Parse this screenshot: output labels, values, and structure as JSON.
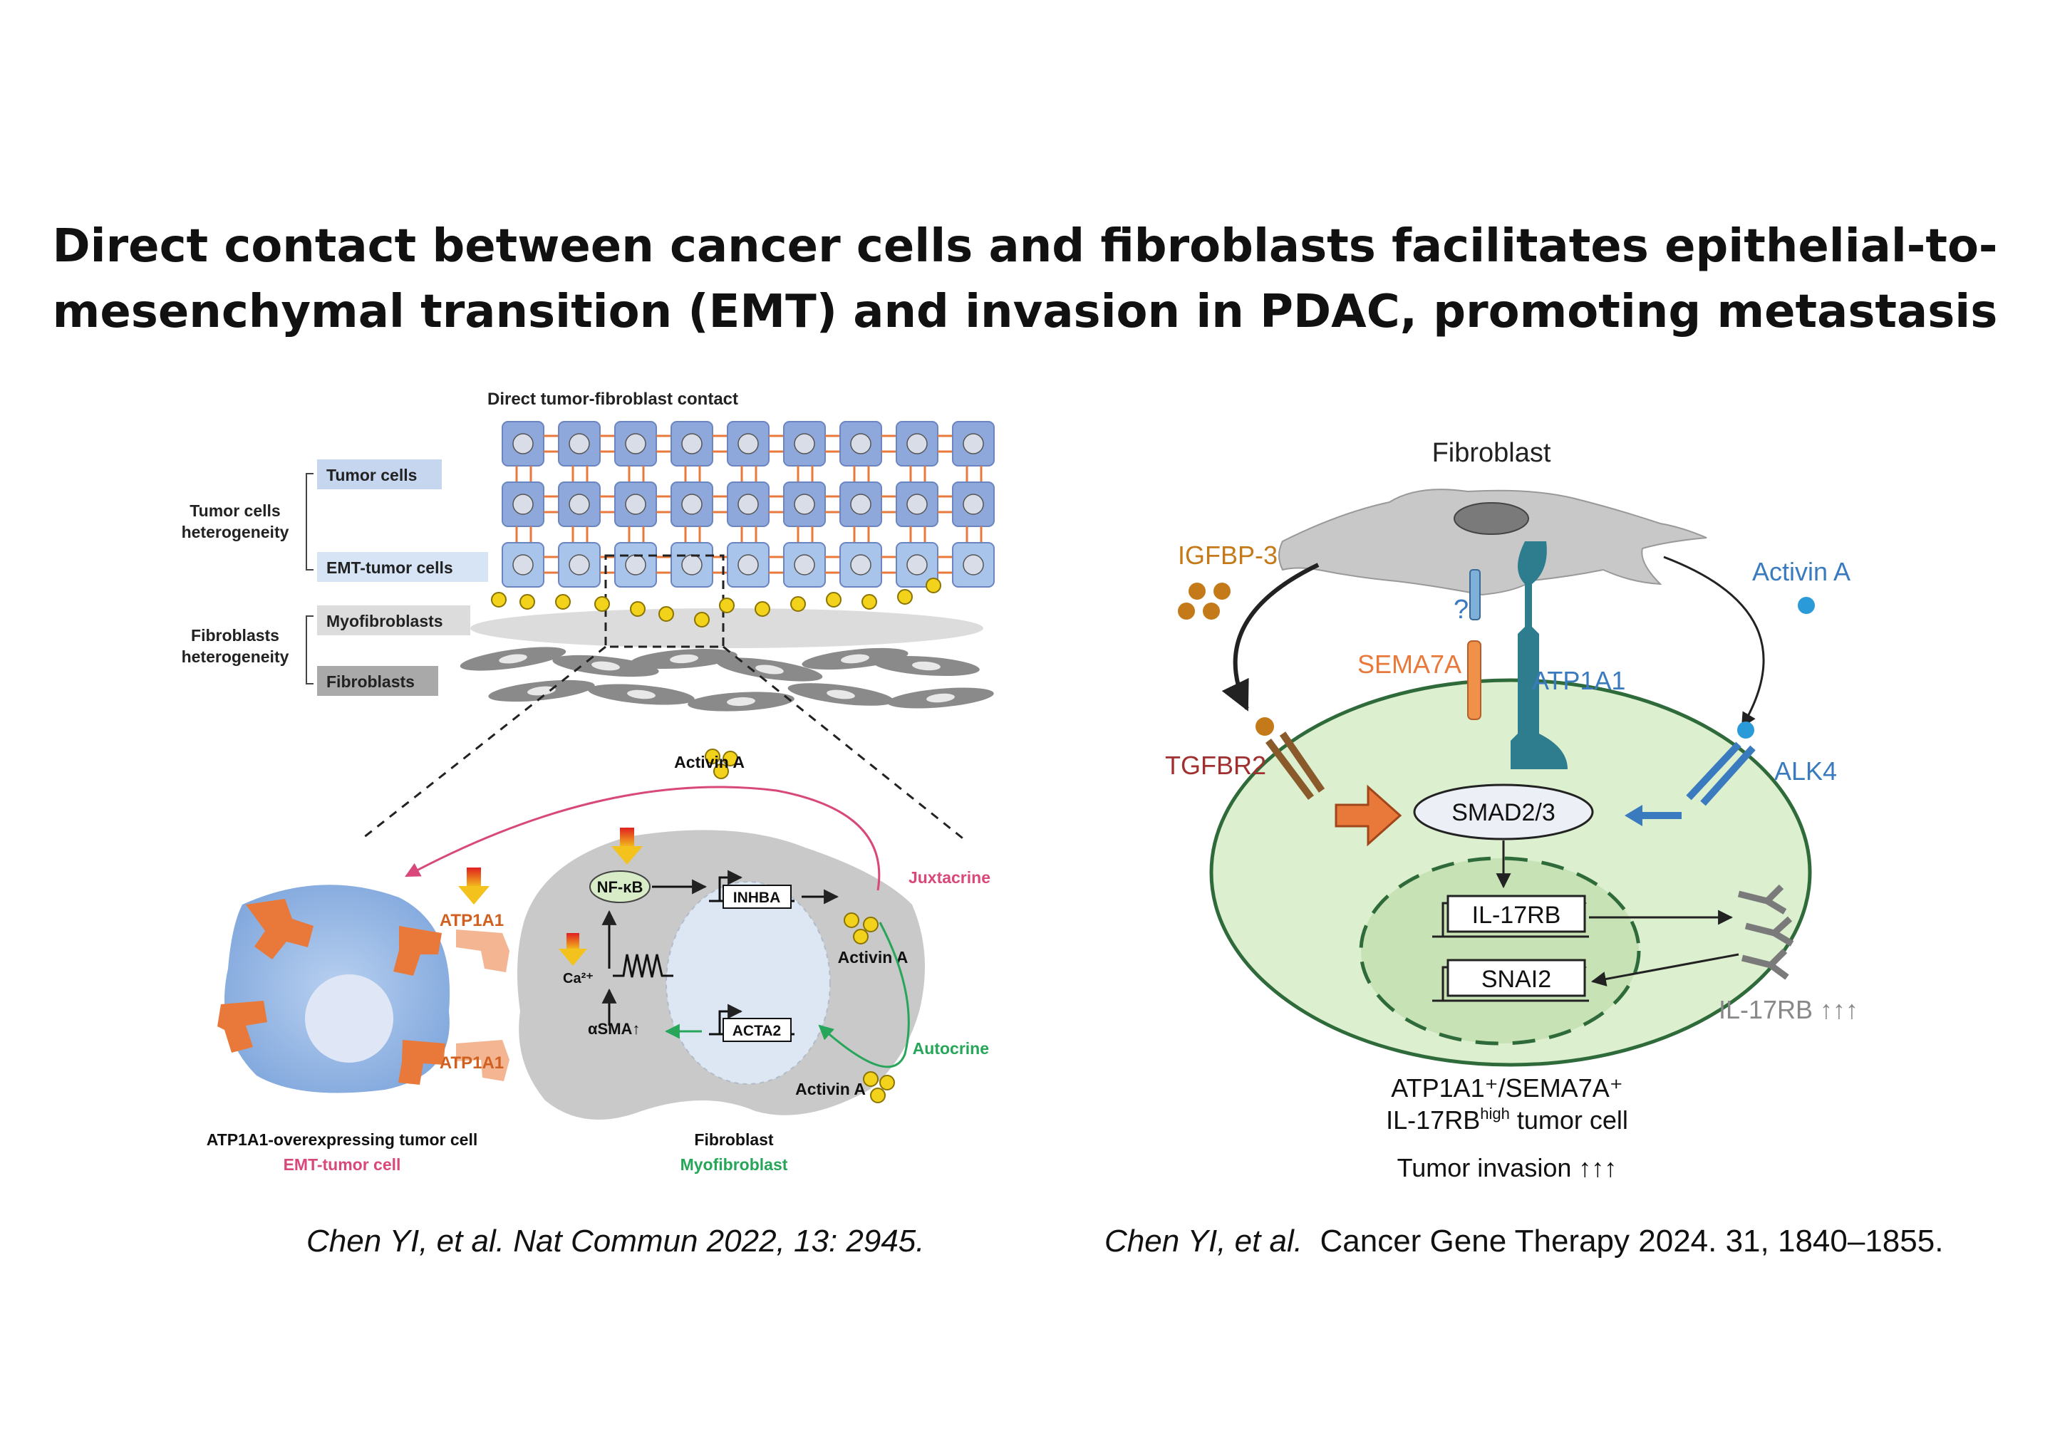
{
  "title": {
    "line1": "Direct contact between cancer cells and fibroblasts facilitates epithelial-to-",
    "line2": "mesenchymal transition (EMT) and invasion in PDAC, promoting metastasis"
  },
  "left_panel": {
    "header": "Direct tumor-fibroblast contact",
    "group_tumor": "Tumor cells heterogeneity",
    "group_tumor_l1": "Tumor cells",
    "group_tumor_l2": "heterogeneity",
    "group_fib_l1": "Fibroblasts",
    "group_fib_l2": "heterogeneity",
    "legend": {
      "tumor_cells": "Tumor cells",
      "emt_tumor_cells": "EMT-tumor cells",
      "myofibroblasts": "Myofibroblasts",
      "fibroblasts": "Fibroblasts"
    },
    "activin_top": "Activin A",
    "juxtacrine": "Juxtacrine",
    "autocrine": "Autocrine",
    "atp1a1_top": "ATP1A1",
    "atp1a1_bottom": "ATP1A1",
    "nfkb": "NF-κB",
    "ca": "Ca²⁺",
    "asma": "αSMA↑",
    "inhba": "INHBA",
    "acta2": "ACTA2",
    "activin_mid": "Activin A",
    "activin_bottom": "Activin A",
    "tumor_label": "ATP1A1-overexpressing tumor cell",
    "tumor_sublabel": "EMT-tumor cell",
    "fib_label": "Fibroblast",
    "fib_sublabel": "Myofibroblast"
  },
  "right_panel": {
    "fibroblast": "Fibroblast",
    "igfbp3": "IGFBP-3",
    "activin": "Activin A",
    "question": "?",
    "sema7a": "SEMA7A",
    "atp1a1": "ATP1A1",
    "tgfbr2": "TGFBR2",
    "alk4": "ALK4",
    "smad": "SMAD2/3",
    "il17rb_gene": "IL-17RB",
    "snai2_gene": "SNAI2",
    "il17rb_receptor": "IL-17RB ↑↑↑",
    "tumor_line1": "ATP1A1⁺/SEMA7A⁺",
    "tumor_line2_a": "IL-17RB",
    "tumor_line2_sup": "high",
    "tumor_line2_b": " tumor cell",
    "invasion": "Tumor invasion ↑↑↑"
  },
  "citations": {
    "left": "Chen YI, et al. Nat Commun 2022, 13: 2945.",
    "right_italic": "Chen YI, et al.",
    "right_rest": "  Cancer Gene Therapy 2024. 31, 1840–1855."
  },
  "colors": {
    "tumor_blue": "#8fb3e0",
    "orange": "#e8793a",
    "activin_yellow": "#f3d21c",
    "fibroblast_gray": "#c9c9c9",
    "juxtacrine_pink": "#d8487a",
    "autocrine_green": "#27a65a",
    "cell_green": "#dcefcf",
    "teal": "#2e7d8e",
    "tgfbr2_red": "#a03030",
    "alk4_blue": "#3a7abf",
    "igfbp_brown": "#c57a1a"
  }
}
